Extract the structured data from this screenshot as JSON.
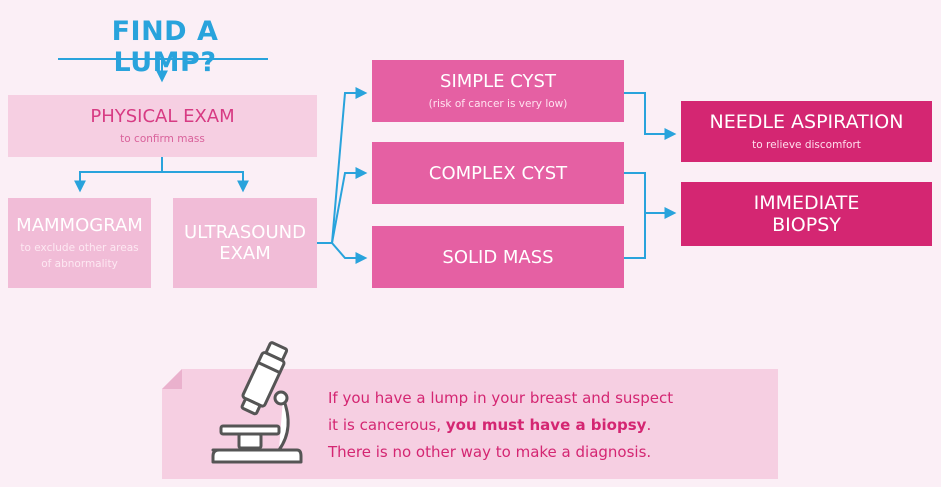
{
  "title": "FIND A LUMP?",
  "physical_exam": {
    "label": "PHYSICAL EXAM",
    "sub": "to confirm mass"
  },
  "mammogram": {
    "label": "MAMMOGRAM",
    "sub": "to exclude other areas of abnormality"
  },
  "ultrasound": {
    "label_line1": "ULTRASOUND",
    "label_line2": "EXAM"
  },
  "simple_cyst": {
    "label": "SIMPLE CYST",
    "sub": "(risk of cancer is very low)"
  },
  "complex_cyst": {
    "label": "COMPLEX CYST"
  },
  "solid_mass": {
    "label": "SOLID MASS"
  },
  "needle_aspiration": {
    "label": "NEEDLE ASPIRATION",
    "sub": "to relieve discomfort"
  },
  "immediate_biopsy": {
    "label_line1": "IMMEDIATE",
    "label_line2": "BIOPSY"
  },
  "note": {
    "line1": "If you have a lump in your breast and suspect",
    "line2_prefix": "it is cancerous, ",
    "line2_bold": "you must have a biopsy",
    "line2_suffix": ".",
    "line3": "There is no other way to make a diagnosis."
  },
  "icons": {
    "microscope": "microscope-icon"
  },
  "colors": {
    "background": "#fbeff6",
    "title": "#29a3dc",
    "connector": "#29a3dc",
    "light_pink": "#f6cfe2",
    "medium_pink": "#f1bcd7",
    "pink": "#e560a3",
    "magenta": "#d42672"
  }
}
